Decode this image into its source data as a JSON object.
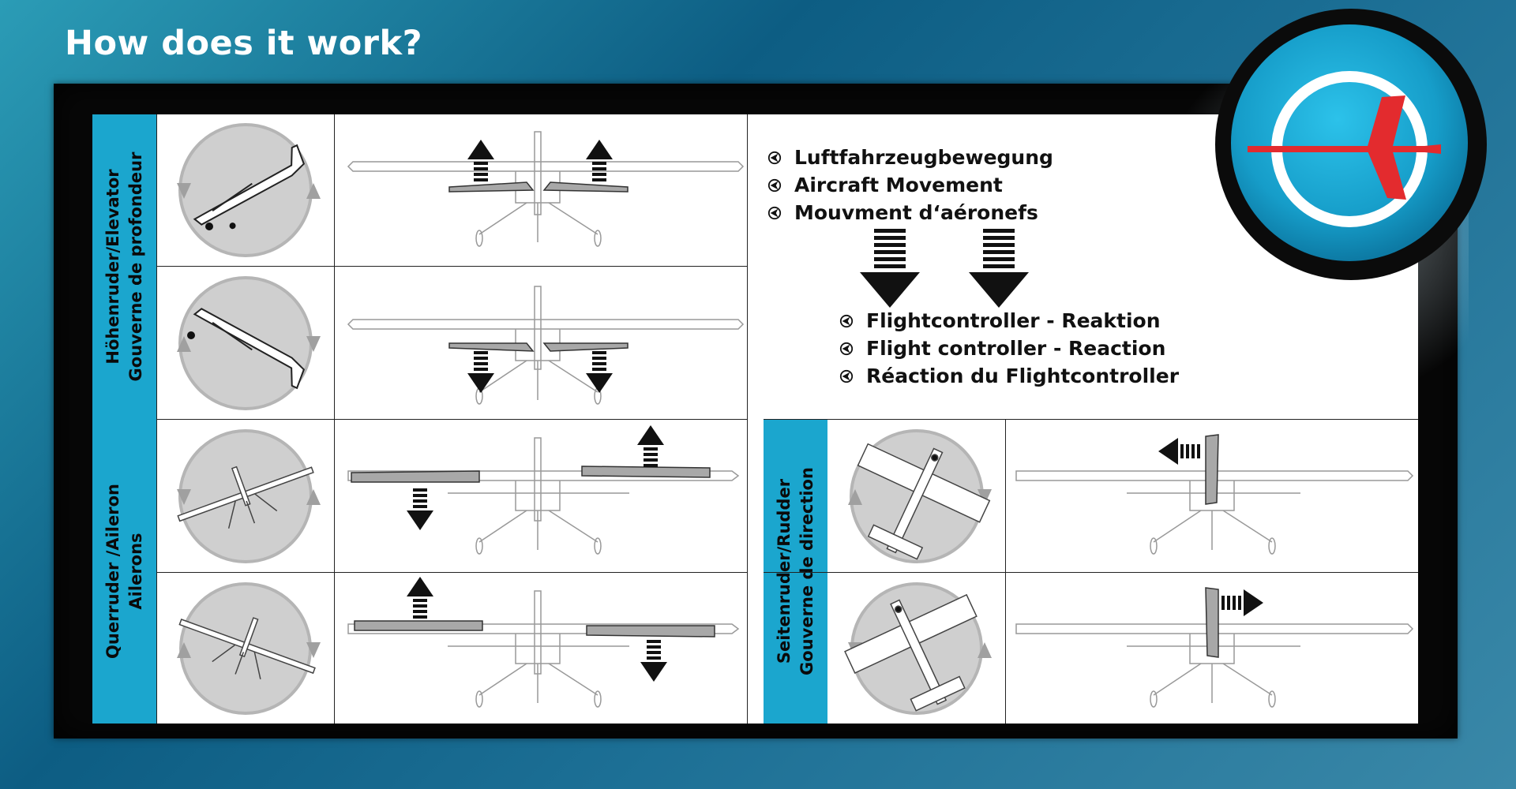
{
  "page": {
    "title": "How does it work?"
  },
  "legend": {
    "movement": [
      "Luftfahrzeugbewegung",
      "Aircraft Movement",
      "Mouvment d‘aéronefs"
    ],
    "reaction": [
      "Flightcontroller - Reaktion",
      "Flight controller - Reaction",
      "Réaction du Flightcontroller"
    ]
  },
  "sections": {
    "elevator": {
      "line1": "Höhenruder/Elevator",
      "line2": "Gouverne de profondeur"
    },
    "aileron": {
      "line1": "Querruder /Aileron",
      "line2": "Ailerons"
    },
    "rudder": {
      "line1": "Seitenruder/Rudder",
      "line2": "Gouverne de direction"
    }
  },
  "colors": {
    "background": "#0d5d83",
    "accent": "#1ba6ce",
    "logo_red": "#e32b2e",
    "control_surface": "#a8a8a8",
    "dial_grey": "#cfcfcf"
  },
  "icons": [
    "aircraft-logo-icon",
    "bullet-icon",
    "arrow-down-icon",
    "arrow-up-icon",
    "arrow-left-icon",
    "arrow-right-icon"
  ]
}
